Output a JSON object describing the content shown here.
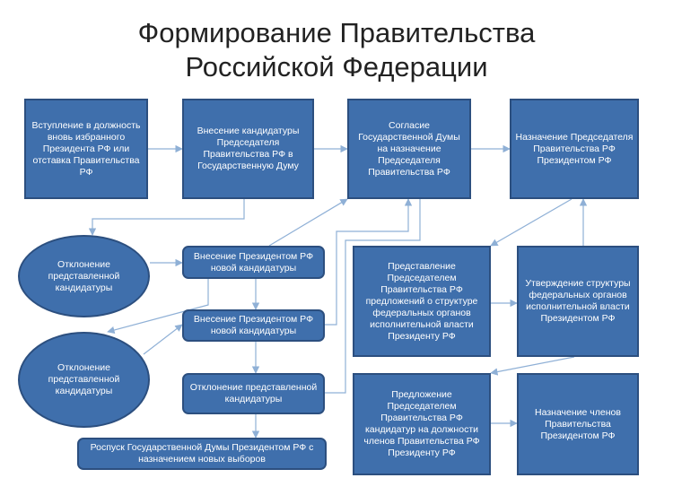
{
  "title": "Формирование Правительства\nРоссийской Федерации",
  "boxes": {
    "b1": "Вступление в должность вновь избранного Президента РФ или отставка Правительства РФ",
    "b2": "Внесение кандидатуры Председателя Правительства РФ в Государственную Думу",
    "b3": "Согласие Государственной Думы на назначение Председателя Правительства РФ",
    "b4": "Назначение Председателя Правительства РФ Президентом РФ",
    "e1": "Отклонение представленной кандидатуры",
    "e2": "Отклонение представленной кандидатуры",
    "r1": "Внесение Президентом РФ новой кандидатуры",
    "r2": "Внесение Президентом РФ новой кандидатуры",
    "r3": "Отклонение представленной кандидатуры",
    "r4": "Роспуск Государственной Думы Президентом РФ с назначением новых выборов",
    "b5": "Представление Председателем Правительства РФ предложений о структуре федеральных органов исполнительной власти Президенту РФ",
    "b6": "Утверждение структуры федеральных органов исполнительной власти Президентом РФ",
    "b7": "Предложение Председателем Правительства РФ кандидатур на должности членов Правительства РФ Президенту РФ",
    "b8": "Назначение членов Правительства Президентом РФ"
  },
  "colors": {
    "box_fill": "#3f6fac",
    "box_border": "#2c4f7f",
    "arrow": "#8fb0d6",
    "text": "#ffffff",
    "title_text": "#222222"
  }
}
